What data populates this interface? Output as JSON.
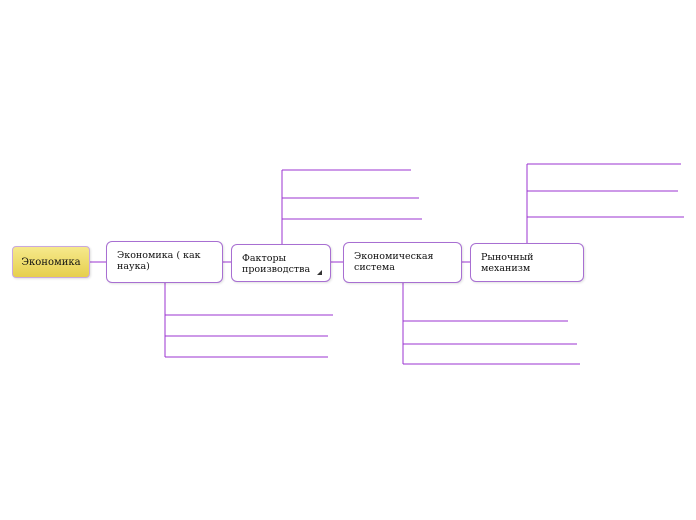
{
  "mindmap": {
    "root": {
      "label": "Экономика"
    },
    "topics": [
      {
        "label": "Экономика ( как наука)"
      },
      {
        "label": "Факторы производства",
        "collapsed": true
      },
      {
        "label": "Экономическая система"
      },
      {
        "label": "Рыночный механизм"
      }
    ]
  },
  "colors": {
    "connector": "#9b33d1",
    "node_border": "#a86fd2",
    "root_fill_top": "#f6e98c",
    "root_fill_bottom": "#e6cf4d"
  },
  "icons": {
    "collapse": "collapse-triangle-icon"
  }
}
